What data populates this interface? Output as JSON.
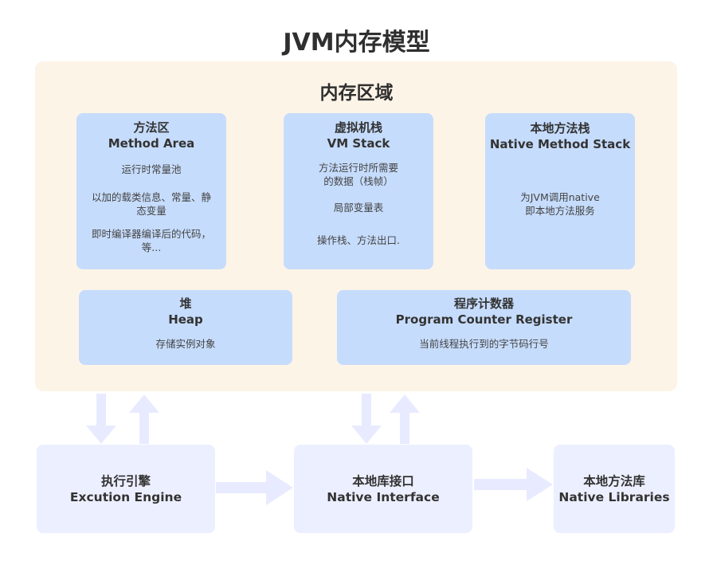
{
  "title": "JVM内存模型",
  "region": {
    "title": "内存区域",
    "method_area": {
      "name_cn": "方法区",
      "name_en": "Method Area",
      "desc": [
        "运行时常量池",
        "以加的载类信息、常量、静",
        "态变量",
        "即时编译器编译后的代码，",
        "等..."
      ]
    },
    "vm_stack": {
      "name_cn": "虚拟机栈",
      "name_en": "VM Stack",
      "desc": [
        "方法运行时所需要",
        "的数据（栈帧）",
        "局部变量表",
        "操作栈、方法出口."
      ]
    },
    "native_stack": {
      "name_cn": "本地方法栈",
      "name_en": "Native Method Stack",
      "desc": [
        "为JVM调用native",
        "即本地方法服务"
      ]
    },
    "heap": {
      "name_cn": "堆",
      "name_en": "Heap",
      "desc": "存储实例对象"
    },
    "pc_register": {
      "name_cn": "程序计数器",
      "name_en": "Program Counter Register",
      "desc": "当前线程执行到的字节码行号"
    }
  },
  "execution_engine": {
    "name_cn": "执行引擎",
    "name_en": "Excution Engine"
  },
  "native_interface": {
    "name_cn": "本地库接口",
    "name_en": "Native Interface"
  },
  "native_libraries": {
    "name_cn": "本地方法库",
    "name_en": "Native Libraries"
  },
  "colors": {
    "region_bg": "#fdf4e8",
    "box_bg": "#c6dcfc",
    "bottom_box_bg": "#ecefff",
    "arrow": "#e8ebff"
  }
}
